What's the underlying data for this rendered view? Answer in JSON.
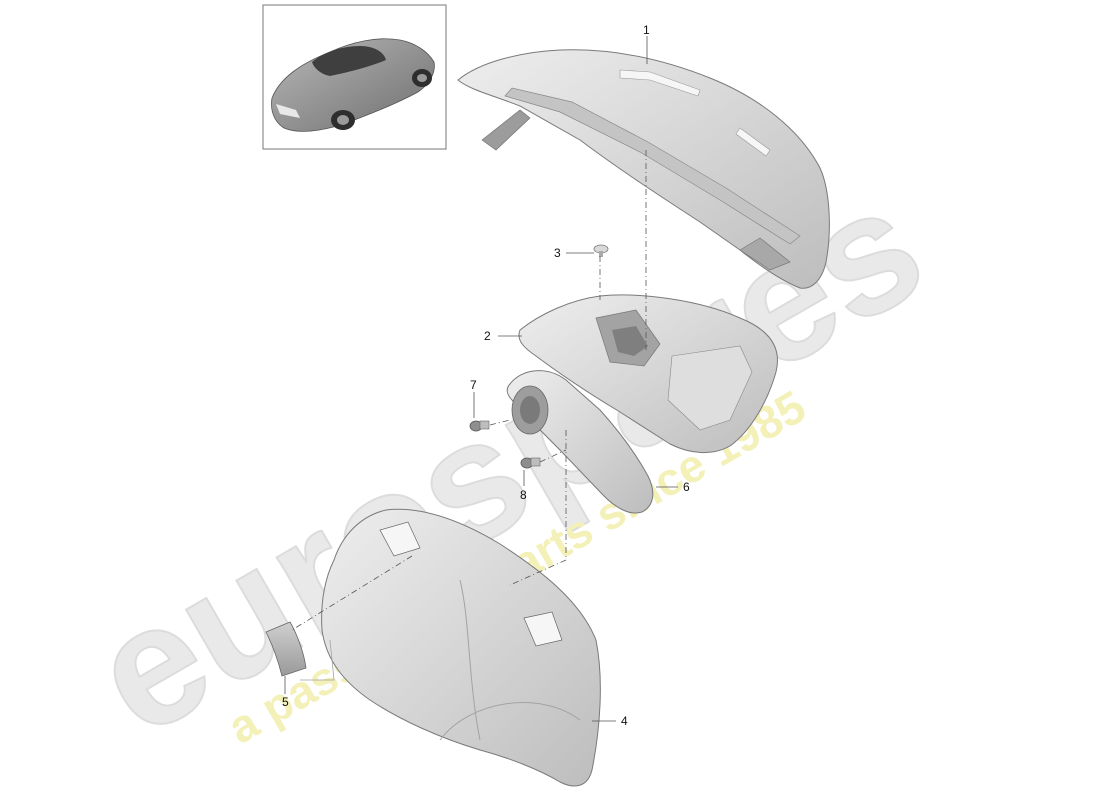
{
  "thumbnail": {
    "icon": "car-icon"
  },
  "watermark": {
    "brand": "eurospares",
    "tagline": "a passion for parts since 1985",
    "brand_color": "#e6e6e6",
    "tagline_color": "#f3f0b8"
  },
  "parts": [
    {
      "label": "1",
      "icon": "rear-panel-trim-icon"
    },
    {
      "label": "2",
      "icon": "trim-panel-icon"
    },
    {
      "label": "3",
      "icon": "clip-icon"
    },
    {
      "label": "4",
      "icon": "luggage-compartment-lining-icon"
    },
    {
      "label": "5",
      "icon": "cover-cap-icon"
    },
    {
      "label": "6",
      "icon": "side-trim-icon"
    },
    {
      "label": "7",
      "icon": "expanding-rivet-icon"
    },
    {
      "label": "8",
      "icon": "expanding-rivet-icon"
    }
  ]
}
